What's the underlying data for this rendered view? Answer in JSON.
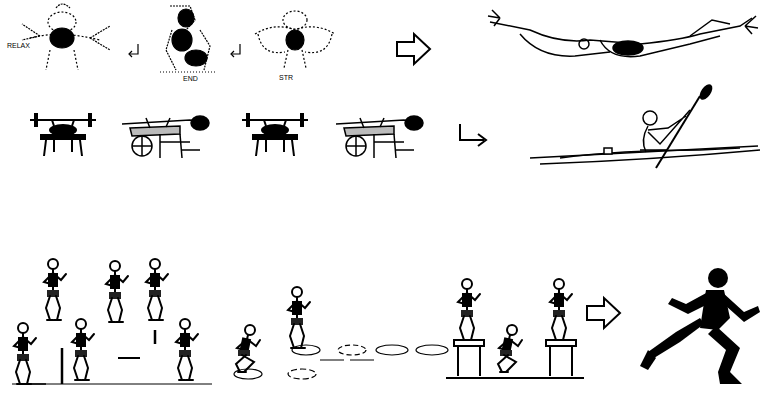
{
  "diagram": {
    "labels": [
      "RELAX",
      "END",
      "STR"
    ]
  }
}
